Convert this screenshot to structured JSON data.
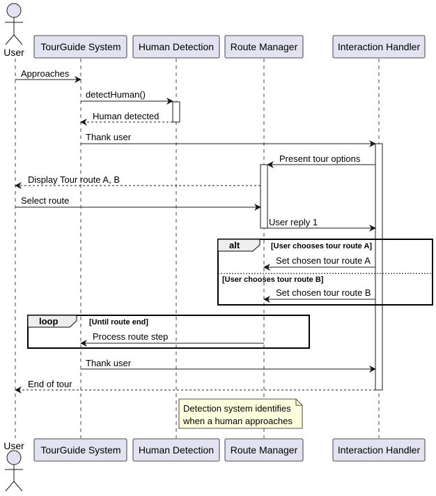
{
  "participants": {
    "user": "User",
    "tourguide": "TourGuide System",
    "detection": "Human Detection",
    "route": "Route Manager",
    "interaction": "Interaction Handler"
  },
  "messages": {
    "m1": "Approaches",
    "m2": "detectHuman()",
    "m3": "Human detected",
    "m4": "Thank user",
    "m5": "Present tour options",
    "m6": "Display Tour route A, B",
    "m7": "Select route",
    "m8": "User reply 1",
    "m9": "Set chosen tour route A",
    "m10": "Set chosen tour route B",
    "m11": "Process route step",
    "m12": "Thank user",
    "m13": "End of tour"
  },
  "fragments": {
    "alt": {
      "label": "alt",
      "guard1": "[User chooses tour route A]",
      "guard2": "[User chooses tour route B]"
    },
    "loop": {
      "label": "loop",
      "guard": "[Until route end]"
    }
  },
  "note": {
    "line1": "Detection system identifies",
    "line2": "when a human approaches"
  },
  "colors": {
    "participant_fill": "#E2E2F0",
    "participant_border": "#181818",
    "note_fill": "#FEFFDD",
    "line": "#181818"
  }
}
